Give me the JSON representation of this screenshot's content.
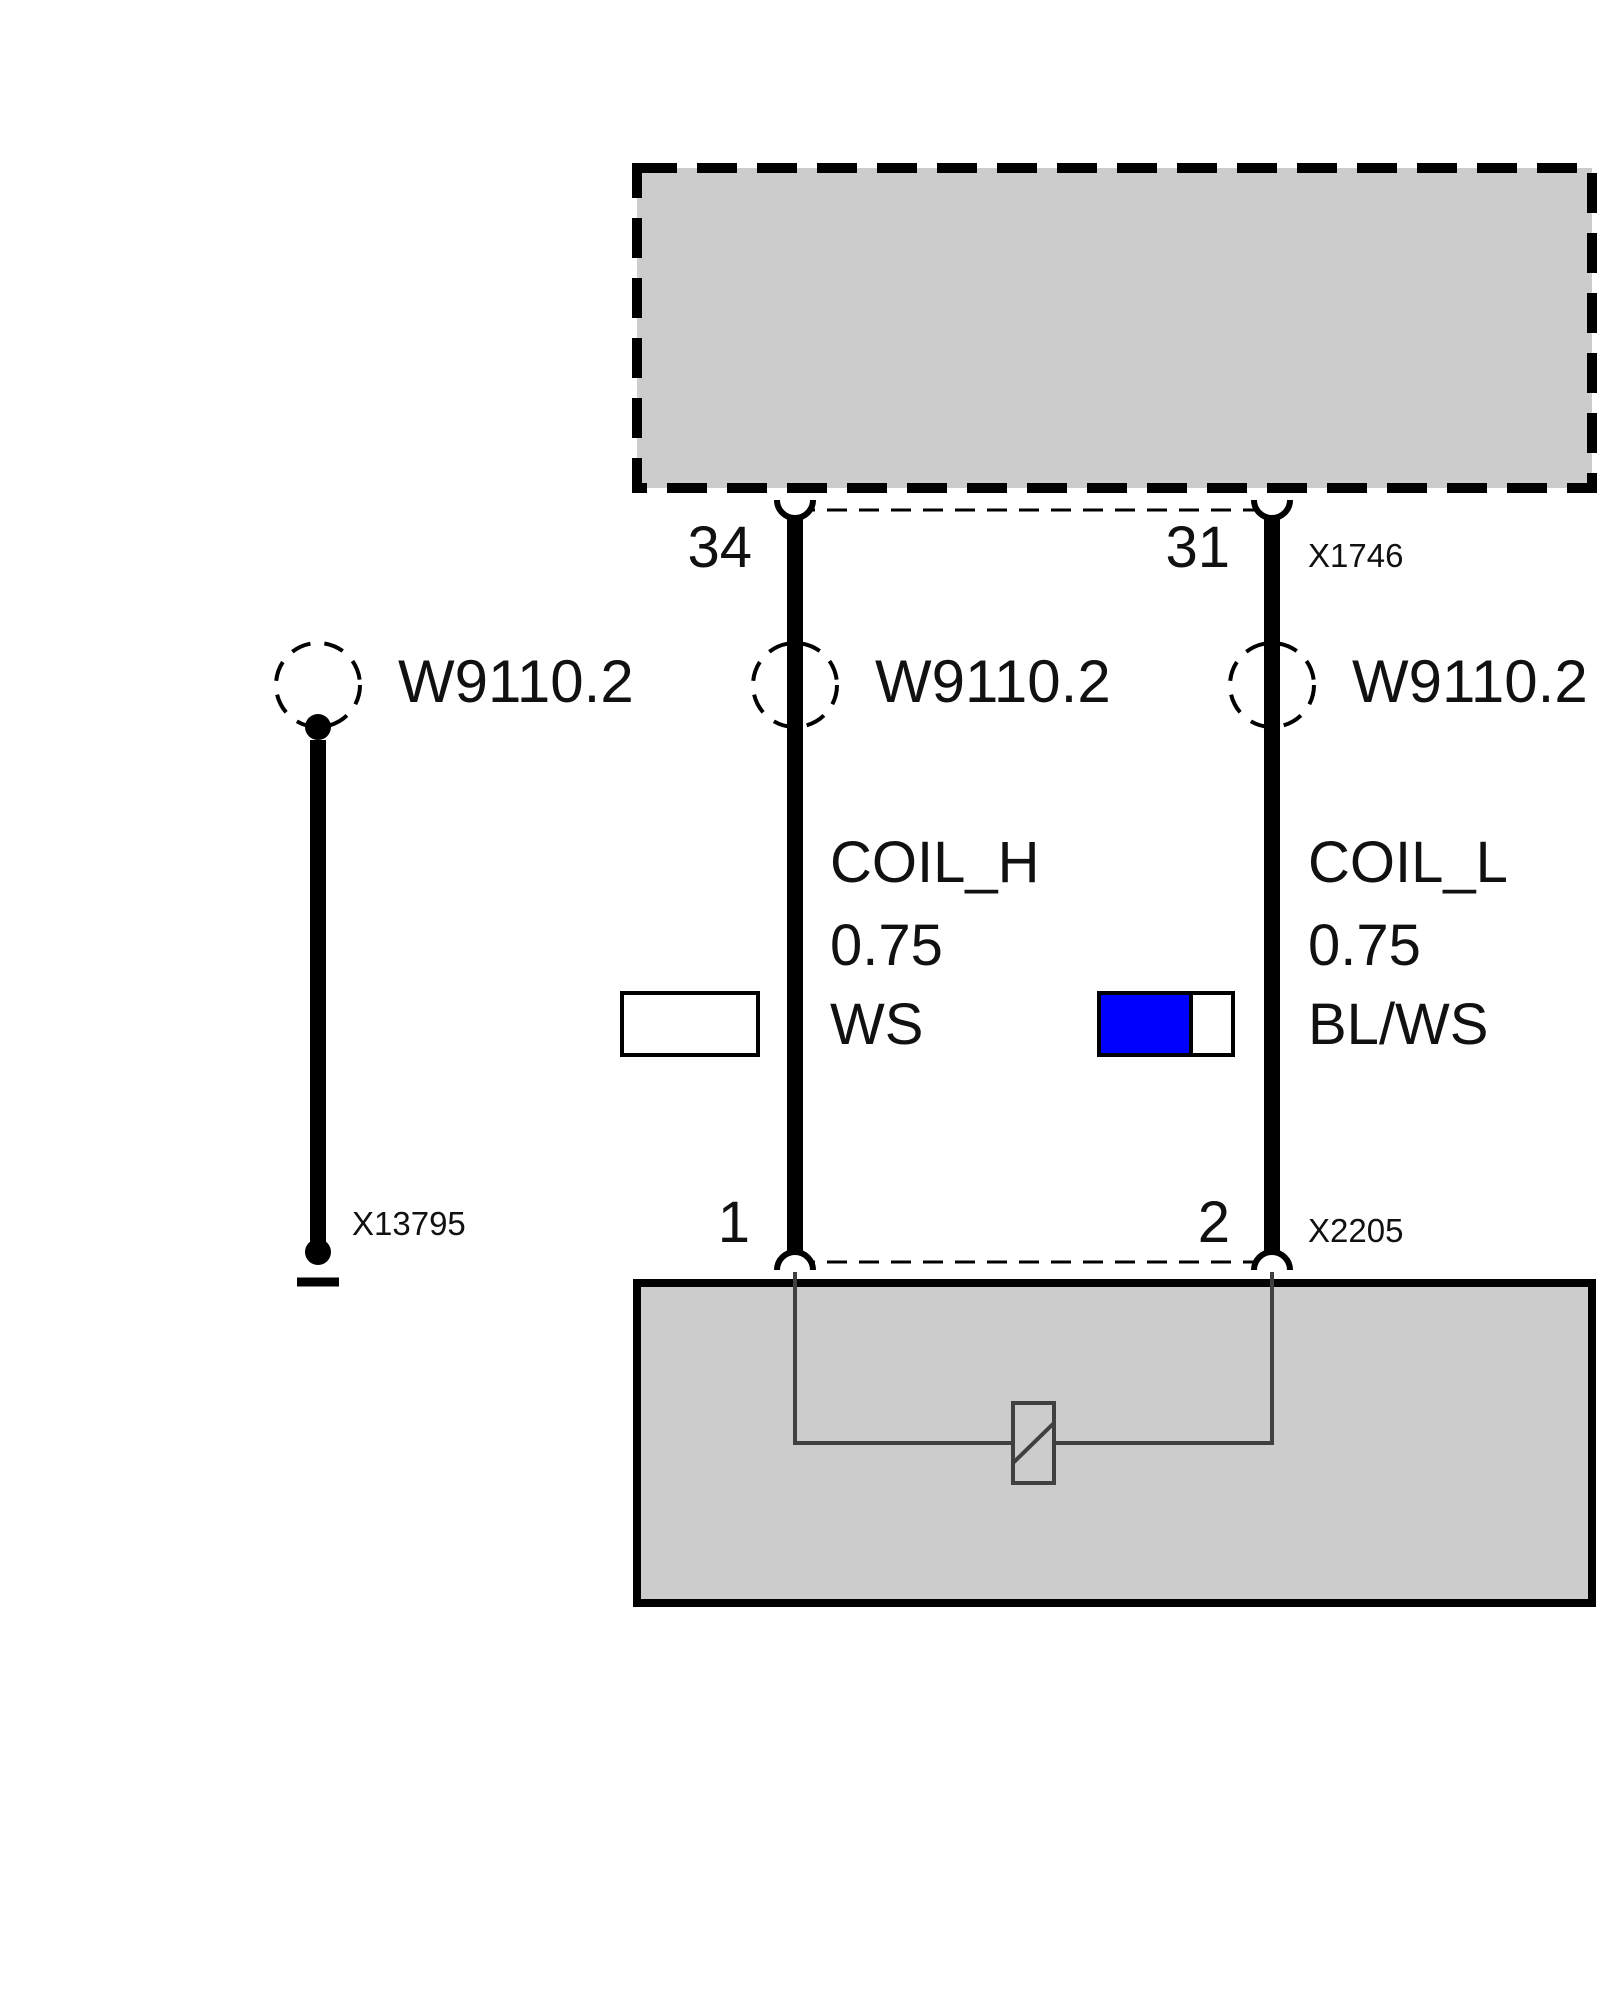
{
  "connectors": {
    "top": {
      "id": "X1746",
      "pin_left": "34",
      "pin_right": "31"
    },
    "bottom": {
      "id": "X2205",
      "pin_left": "1",
      "pin_right": "2"
    },
    "ground": {
      "id": "X13795"
    }
  },
  "shields": [
    {
      "label": "W9110.2"
    },
    {
      "label": "W9110.2"
    },
    {
      "label": "W9110.2"
    }
  ],
  "wires": [
    {
      "signal": "COIL_H",
      "gauge": "0.75",
      "color_code": "WS",
      "swatch_primary": "#ffffff",
      "swatch_secondary": "#ffffff"
    },
    {
      "signal": "COIL_L",
      "gauge": "0.75",
      "color_code": "BL/WS",
      "swatch_primary": "#0000ff",
      "swatch_secondary": "#ffffff"
    }
  ],
  "colors": {
    "component_fill": "#cccccc",
    "line": "#000000",
    "coil_line": "#404040"
  }
}
